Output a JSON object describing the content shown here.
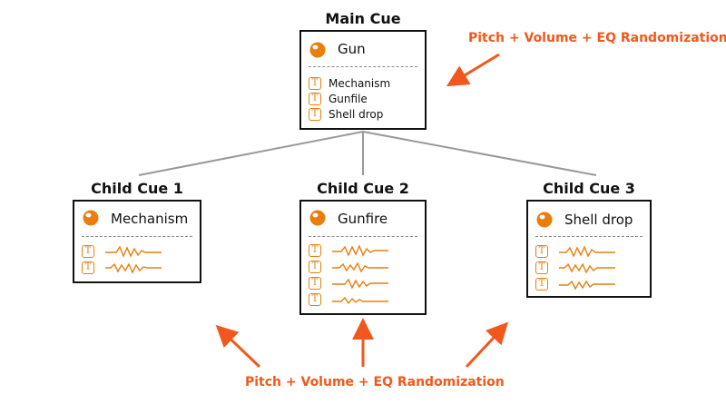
{
  "main_cue": {
    "title": "Main Cue",
    "name": "Gun",
    "layers": [
      "Mechanism",
      "Gunfile",
      "Shell drop"
    ]
  },
  "child_cues": [
    {
      "title": "Child Cue 1",
      "name": "Mechanism",
      "layer_count": 2
    },
    {
      "title": "Child Cue 2",
      "name": "Gunfire",
      "layer_count": 4
    },
    {
      "title": "Child Cue 3",
      "name": "Shell drop",
      "layer_count": 3
    }
  ],
  "annotations": {
    "top_right": "Pitch + Volume + EQ Randomization",
    "bottom": "Pitch + Volume + EQ Randomization"
  },
  "icons": {
    "cue": "sound-ball-icon",
    "layer": "text-layer-icon",
    "wave": "waveform-icon"
  },
  "colors": {
    "accent": "#ea7e0c",
    "arrow": "#f2581d",
    "connector": "#999999",
    "border": "#111111"
  }
}
